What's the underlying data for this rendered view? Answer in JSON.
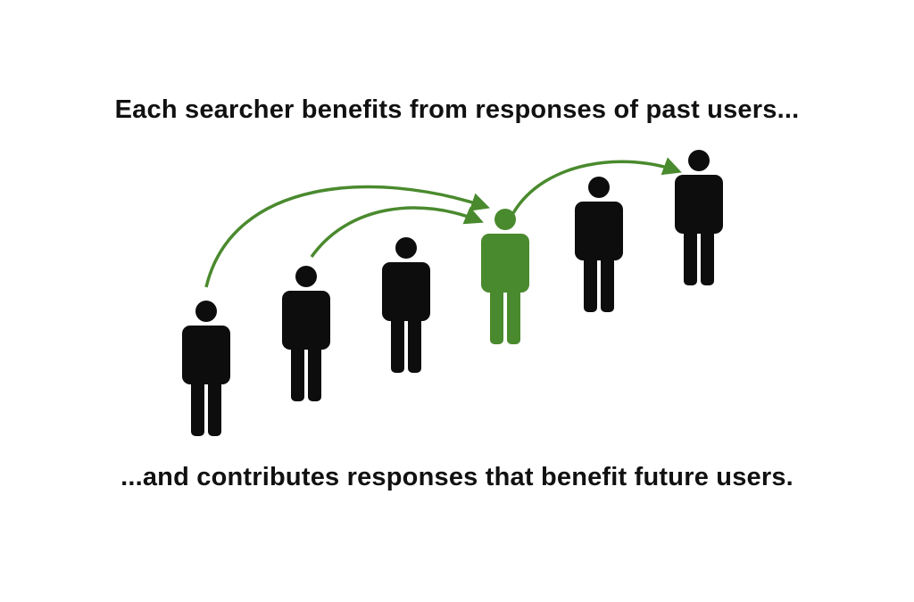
{
  "header": {
    "text": "Each searcher benefits from responses of past users..."
  },
  "footer": {
    "text": "...and contributes responses that benefit future users."
  },
  "colors": {
    "person": "#0d0d0d",
    "highlight": "#4a8a2e",
    "arrow": "#4a8a2e"
  },
  "people": [
    {
      "role": "past-user",
      "highlighted": false
    },
    {
      "role": "past-user",
      "highlighted": false
    },
    {
      "role": "past-user",
      "highlighted": false
    },
    {
      "role": "current-searcher",
      "highlighted": true
    },
    {
      "role": "future-user",
      "highlighted": false
    },
    {
      "role": "future-user",
      "highlighted": false
    }
  ],
  "icons": {
    "person": "person-icon",
    "arrow": "curved-arrow-icon"
  }
}
